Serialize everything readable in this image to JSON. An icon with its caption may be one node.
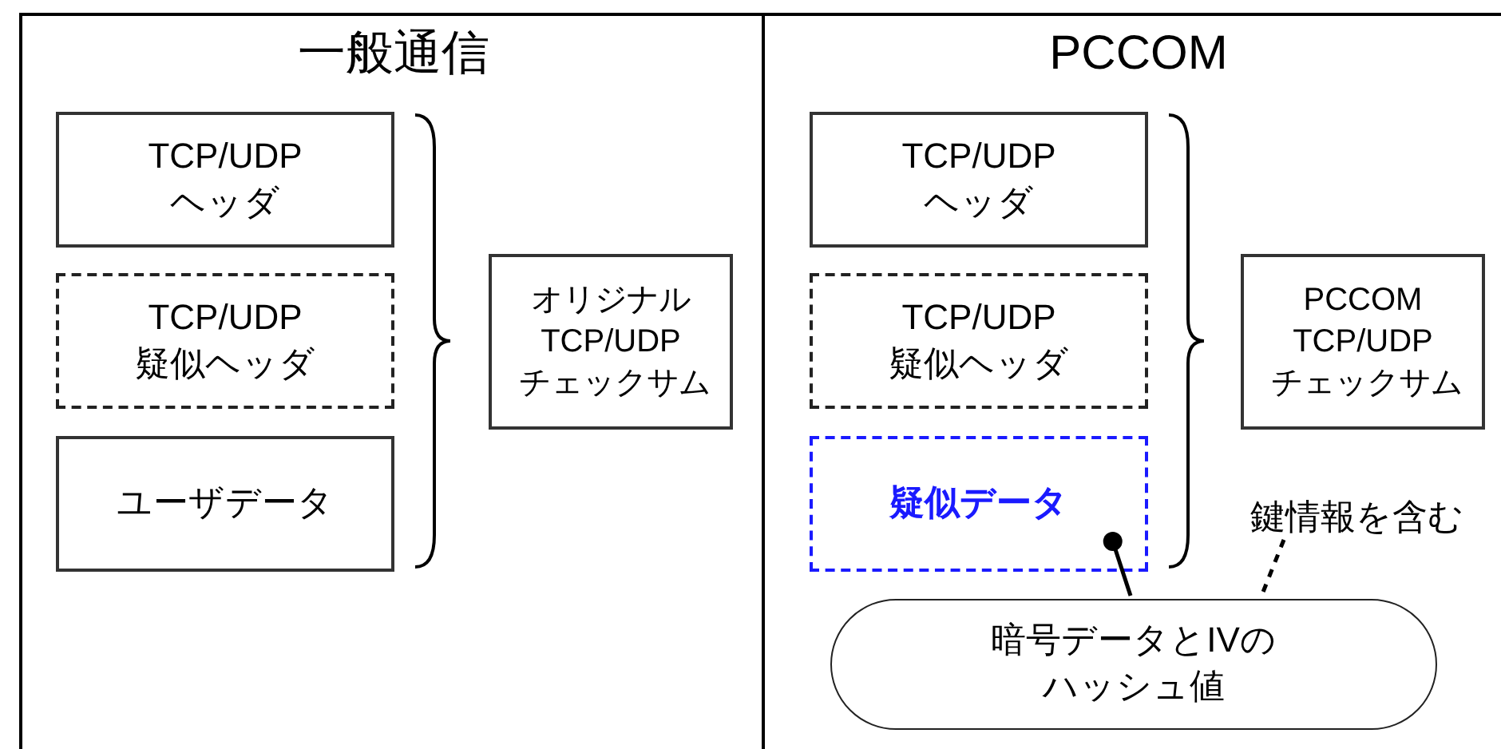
{
  "diagram": {
    "nodes": [
      {
        "text": [
          "一般通信"
        ]
      },
      {
        "text": [
          "TCP/UDP ヘッダ"
        ],
        "in": 0
      },
      {
        "text": [
          "TCP/UDP 疑似ヘッダ"
        ],
        "in": 0
      },
      {
        "text": [
          "ユーザデータ"
        ],
        "in": 0
      },
      {
        "text": [
          "オリジナル TCP/UDP チェックサム"
        ],
        "in": 0
      },
      {
        "text": [
          "PCCOM"
        ]
      },
      {
        "text": [
          "TCP/UDP ヘッダ"
        ],
        "in": 5
      },
      {
        "text": [
          "TCP/UDP 疑似ヘッダ"
        ],
        "in": 5
      },
      {
        "text": [
          "疑似データ"
        ],
        "in": 5
      },
      {
        "text": [
          "PCCOM TCP/UDP チェックサム"
        ],
        "in": 5
      },
      {
        "text": [
          "暗号データとIVのハッシュ値"
        ],
        "in": 5
      },
      {
        "text": [
          "鍵情報を含む"
        ],
        "in": 5
      }
    ],
    "edges": [
      {
        "from": 10,
        "to": 8,
        "arrow": "other"
      },
      {
        "from": 11,
        "to": 10,
        "arrow": "none",
        "style": "dashed"
      }
    ]
  }
}
